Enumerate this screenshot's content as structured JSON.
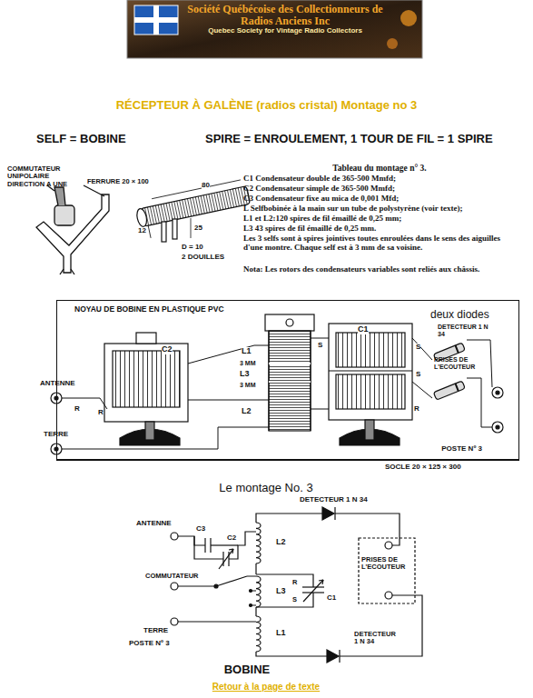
{
  "diagram": {
    "title": "RÉCEPTEUR À GALÈNE (radios cristal) Montage no 3",
    "nodes": [
      {
        "text": [
          "Société Québécoise des Collectionneurs de Radios Anciens Inc",
          "Quebec Society for Vintage Radio Collectors"
        ]
      },
      {
        "text": [
          "POSTE Nº 3"
        ]
      }
    ],
    "labels": [
      "SELF = BOBINE",
      "SPIRE = ENROULEMENT, 1 TOUR DE FIL = 1 SPIRE",
      "COMMUTATEUR UNIPOLAIRE DIRECTION A UNE",
      "FERRURE 20 × 100",
      "80",
      "12",
      "25",
      "D = 10",
      "2 DOUILLES",
      "Tableau du montage n° 3.",
      "C1 Condensateur double de 365-500 Mmfd;",
      "C2 Condensateur simple de 365-500 Mmfd;",
      "C3 Condensateur fixe au mica de 0,001 Mfd;",
      "L Selfbobinée à la main sur un tube de polystyrène (voir texte);",
      "L1 et L2:120 spires de fil émaillé de 0,25 mm;",
      "L3 43 spires de fil émaillé de 0,25 mm.",
      "Les 3 selfs sont à spires jointives toutes enroulées dans le sens des aiguilles d'une montre. Chaque self est à 3 mm de sa voisine.",
      "Nota: Les rotors des condensateurs variables sont reliés aux châssis.",
      "NOYAU DE BOBINE EN PLASTIQUE PVC",
      "deux diodes",
      "DETECTEUR 1 N 34",
      "PRISES DE L'ECOUTEUR",
      "ANTENNE",
      "TERRE",
      "C2",
      "C1",
      "L1",
      "3 MM",
      "L3",
      "3 MM",
      "L2",
      "R",
      "R",
      "S",
      "S",
      "S",
      "R",
      "SOCLE 20 × 125 × 300",
      "Le montage No. 3",
      "ANTENNE",
      "DETECTEUR 1 N 34",
      "C3",
      "C2",
      "L2",
      "PRISES DE L'ECOUTEUR",
      "COMMUTATEUR",
      "L3",
      "R",
      "C1",
      "S",
      "TERRE",
      "L1",
      "POSTE Nº 3",
      "DETECTEUR 1 N 34",
      "BOBINE",
      "Retour à la page de texte"
    ]
  }
}
